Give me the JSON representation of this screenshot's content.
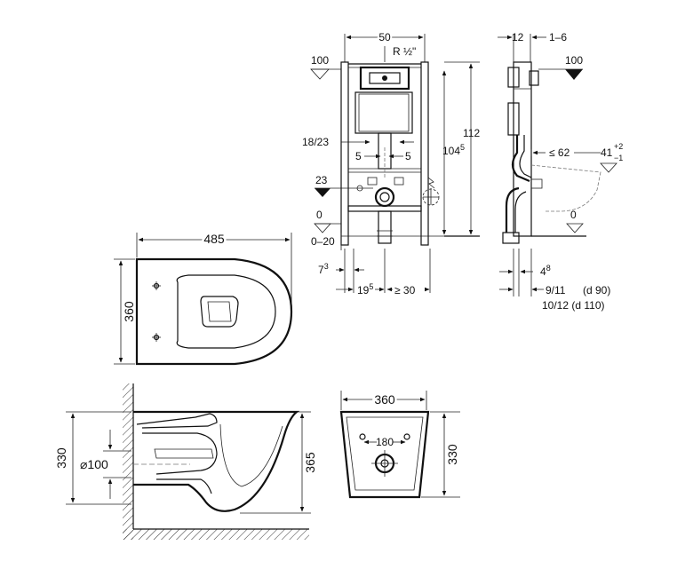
{
  "frame": {
    "width": "50",
    "thread": "R ½\"",
    "height": "112",
    "height2_base": "104",
    "height2_sup": "5",
    "ref100": "100",
    "ref23": "23",
    "ref0": "0",
    "range": "0–20",
    "dim_18_23": "18/23",
    "dim_5a": "5",
    "dim_5b": "5",
    "dim_7_base": "7",
    "dim_7_sup": "3",
    "dim_19_base": "19",
    "dim_19_sup": "5",
    "dim_30": "≥ 30"
  },
  "side": {
    "dim_12": "12",
    "dim_1_6": "1–6",
    "ref100": "100",
    "dim_62": "≤ 62",
    "dim_41": "41",
    "tol_plus": "+2",
    "tol_minus": "−1",
    "ref0": "0",
    "dim_4_base": "4",
    "dim_4_sup": "8",
    "dim_9_11": "9/11",
    "d90": "(d 90)",
    "dim_10_12": "10/12 (d 110)"
  },
  "top_view": {
    "length": "485",
    "width": "360"
  },
  "section": {
    "height_a": "330",
    "diameter": "⌀100",
    "height_b": "365"
  },
  "rear": {
    "width": "360",
    "spacing": "180",
    "height": "330"
  }
}
